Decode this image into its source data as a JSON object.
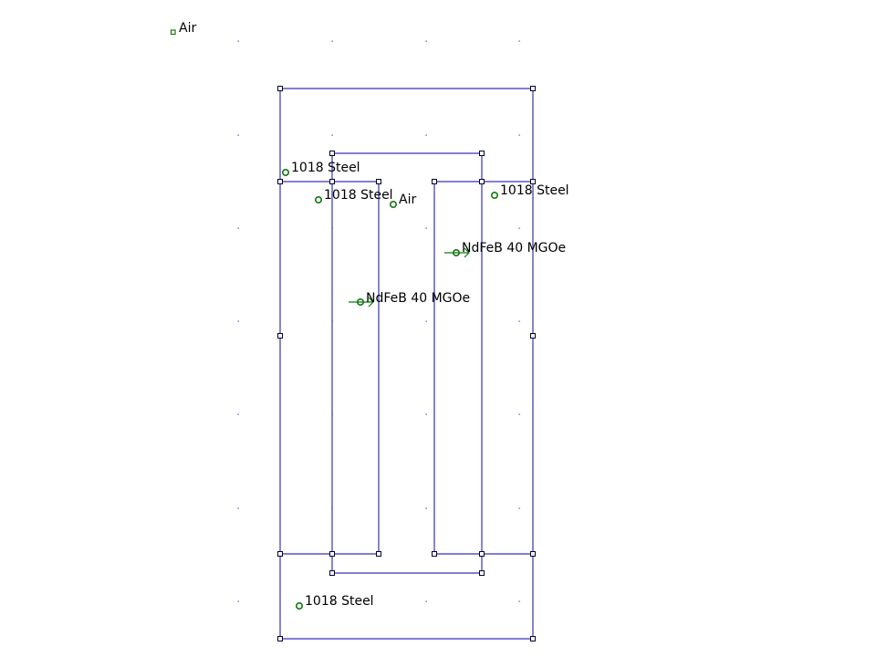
{
  "colors": {
    "boundary": "#3333bb",
    "node_fill": "#ffffff",
    "node_stroke": "#000033",
    "label_marker": "#117711",
    "grid_dot": "#3333bb",
    "background": "#ffffff"
  },
  "labels": {
    "air_outer": "Air",
    "steel_top_left": "1018 Steel",
    "steel_inner_left": "1018 Steel",
    "air_gap": "Air",
    "steel_right": "1018 Steel",
    "magnet_right": "NdFeB 40 MGOe",
    "magnet_left": "NdFeB 40 MGOe",
    "steel_bottom": "1018 Steel"
  }
}
